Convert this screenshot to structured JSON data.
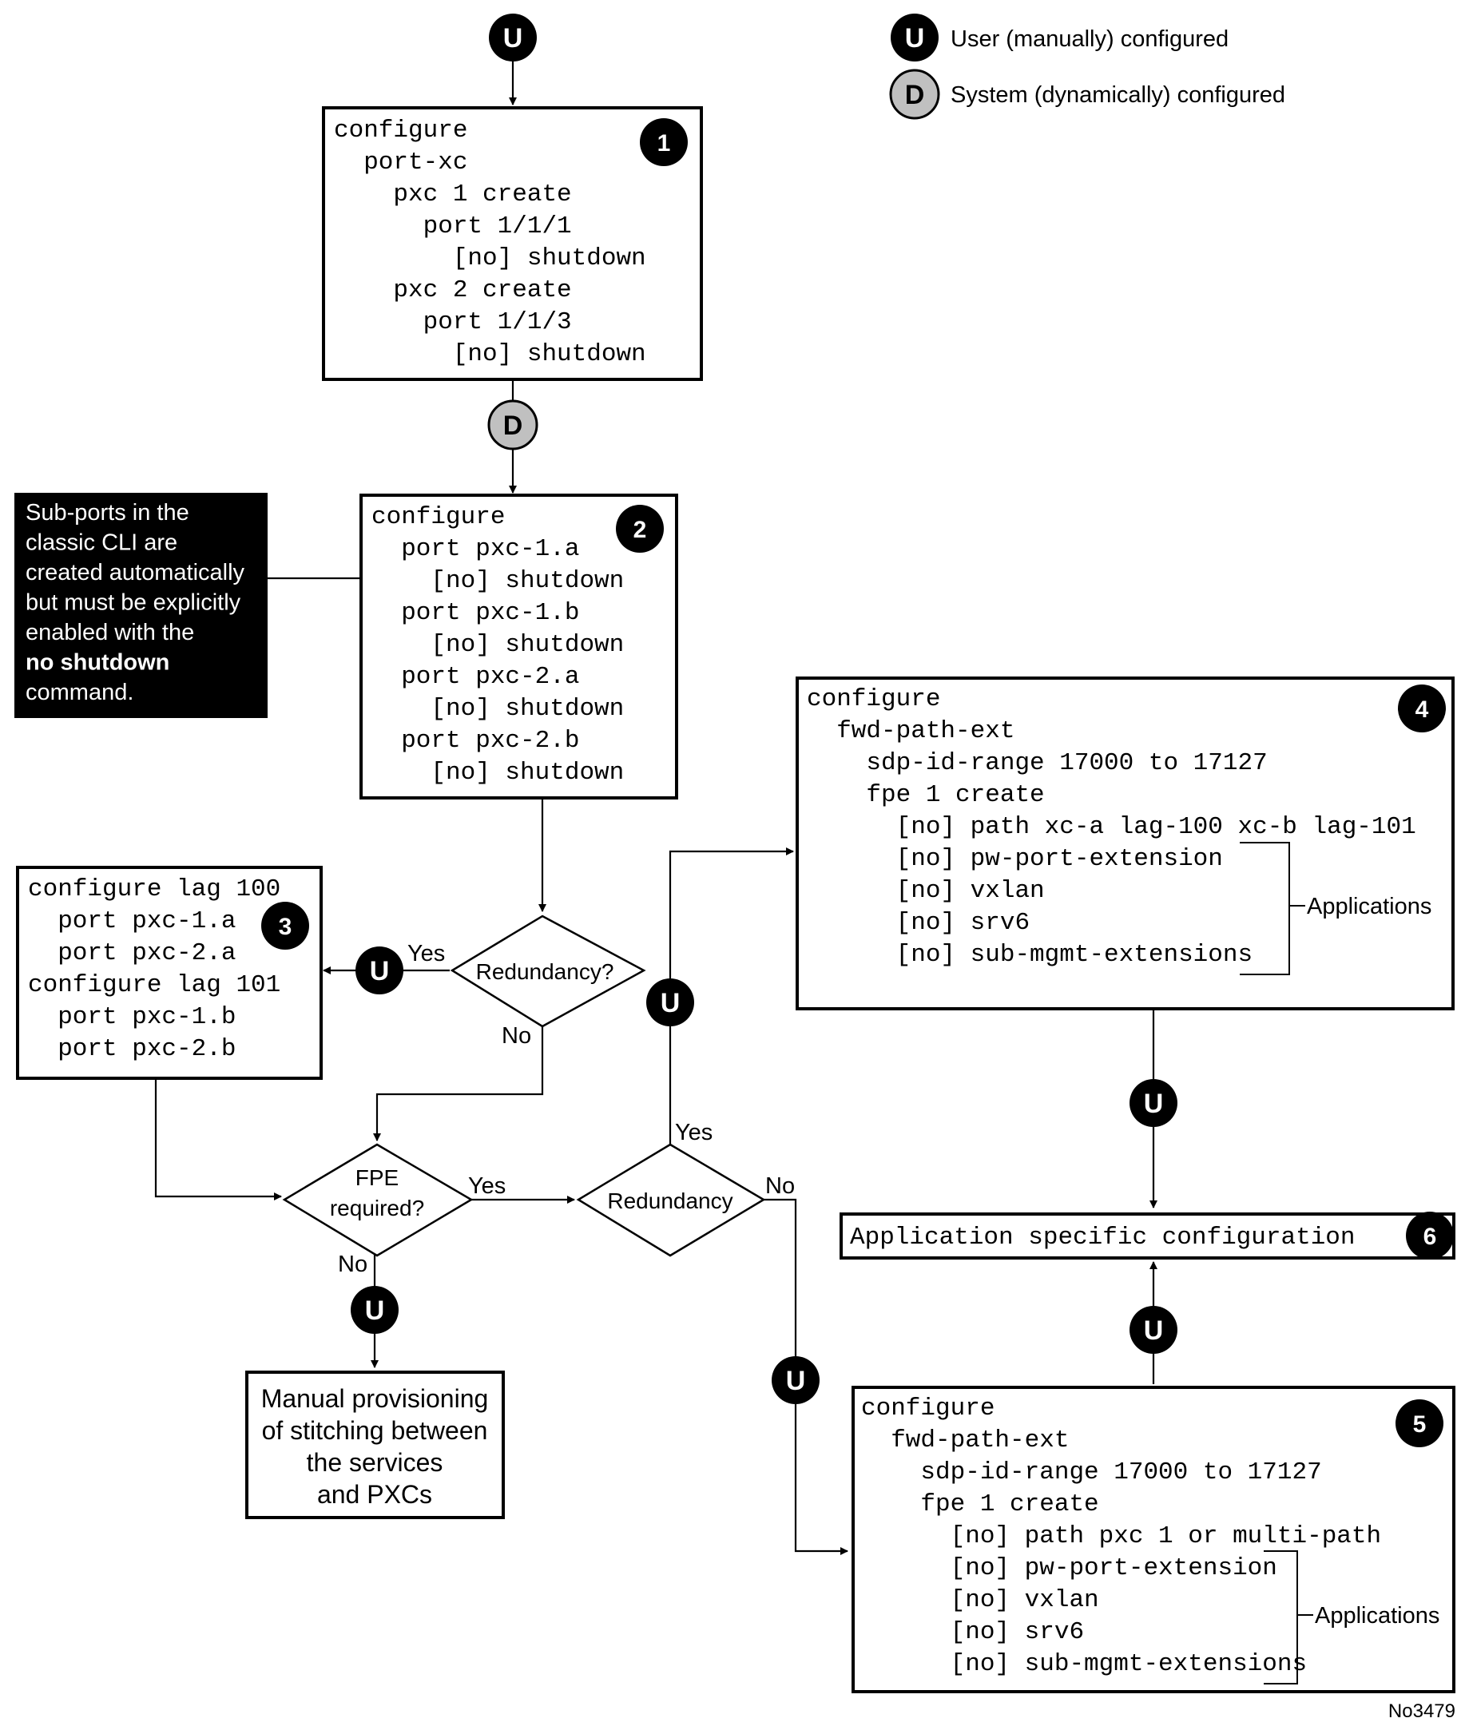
{
  "legend": {
    "user_badge": "U",
    "user_text": "User (manually) configured",
    "system_badge": "D",
    "system_text": "System (dynamically) configured"
  },
  "colors": {
    "user_badge": "#000000",
    "system_badge": "#c0c0c0",
    "note_bg": "#000000"
  },
  "box1": {
    "number": "1",
    "lines": [
      "configure",
      "  port-xc",
      "    pxc 1 create",
      "      port 1/1/1",
      "        [no] shutdown",
      "    pxc 2 create",
      "      port 1/1/3",
      "        [no] shutdown"
    ]
  },
  "box2": {
    "number": "2",
    "lines": [
      "configure",
      "  port pxc-1.a",
      "    [no] shutdown",
      "  port pxc-1.b",
      "    [no] shutdown",
      "  port pxc-2.a",
      "    [no] shutdown",
      "  port pxc-2.b",
      "    [no] shutdown"
    ]
  },
  "note": {
    "lines": [
      "Sub-ports in the",
      "classic CLI are",
      "created automatically",
      "but must be explicitly",
      "enabled with the",
      "no shutdown",
      "command."
    ]
  },
  "box3": {
    "number": "3",
    "lines": [
      "configure lag 100",
      "  port pxc-1.a",
      "  port pxc-2.a",
      "configure lag 101",
      "  port pxc-1.b",
      "  port pxc-2.b"
    ]
  },
  "box4": {
    "number": "4",
    "lines": [
      "configure",
      "  fwd-path-ext",
      "    sdp-id-range 17000 to 17127",
      "    fpe 1 create",
      "      [no] path xc-a lag-100 xc-b lag-101",
      "      [no] pw-port-extension",
      "      [no] vxlan",
      "      [no] srv6",
      "      [no] sub-mgmt-extensions"
    ],
    "applications_label": "Applications"
  },
  "box5": {
    "number": "5",
    "lines": [
      "configure",
      "  fwd-path-ext",
      "    sdp-id-range 17000 to 17127",
      "    fpe 1 create",
      "      [no] path pxc 1 or multi-path",
      "      [no] pw-port-extension",
      "      [no] vxlan",
      "      [no] srv6",
      "      [no] sub-mgmt-extensions"
    ],
    "applications_label": "Applications"
  },
  "box6": {
    "number": "6",
    "text": "Application specific configuration"
  },
  "decisions": {
    "redundancy1": {
      "text": "Redundancy?",
      "yes": "Yes",
      "no": "No"
    },
    "fpe": {
      "line1": "FPE",
      "line2": "required?",
      "yes": "Yes",
      "no": "No"
    },
    "redundancy2": {
      "text": "Redundancy",
      "yes": "Yes",
      "no": "No"
    }
  },
  "manual": {
    "lines": [
      "Manual provisioning",
      "of stitching between",
      "the services",
      "and PXCs"
    ]
  },
  "footer": {
    "id": "No3479"
  }
}
